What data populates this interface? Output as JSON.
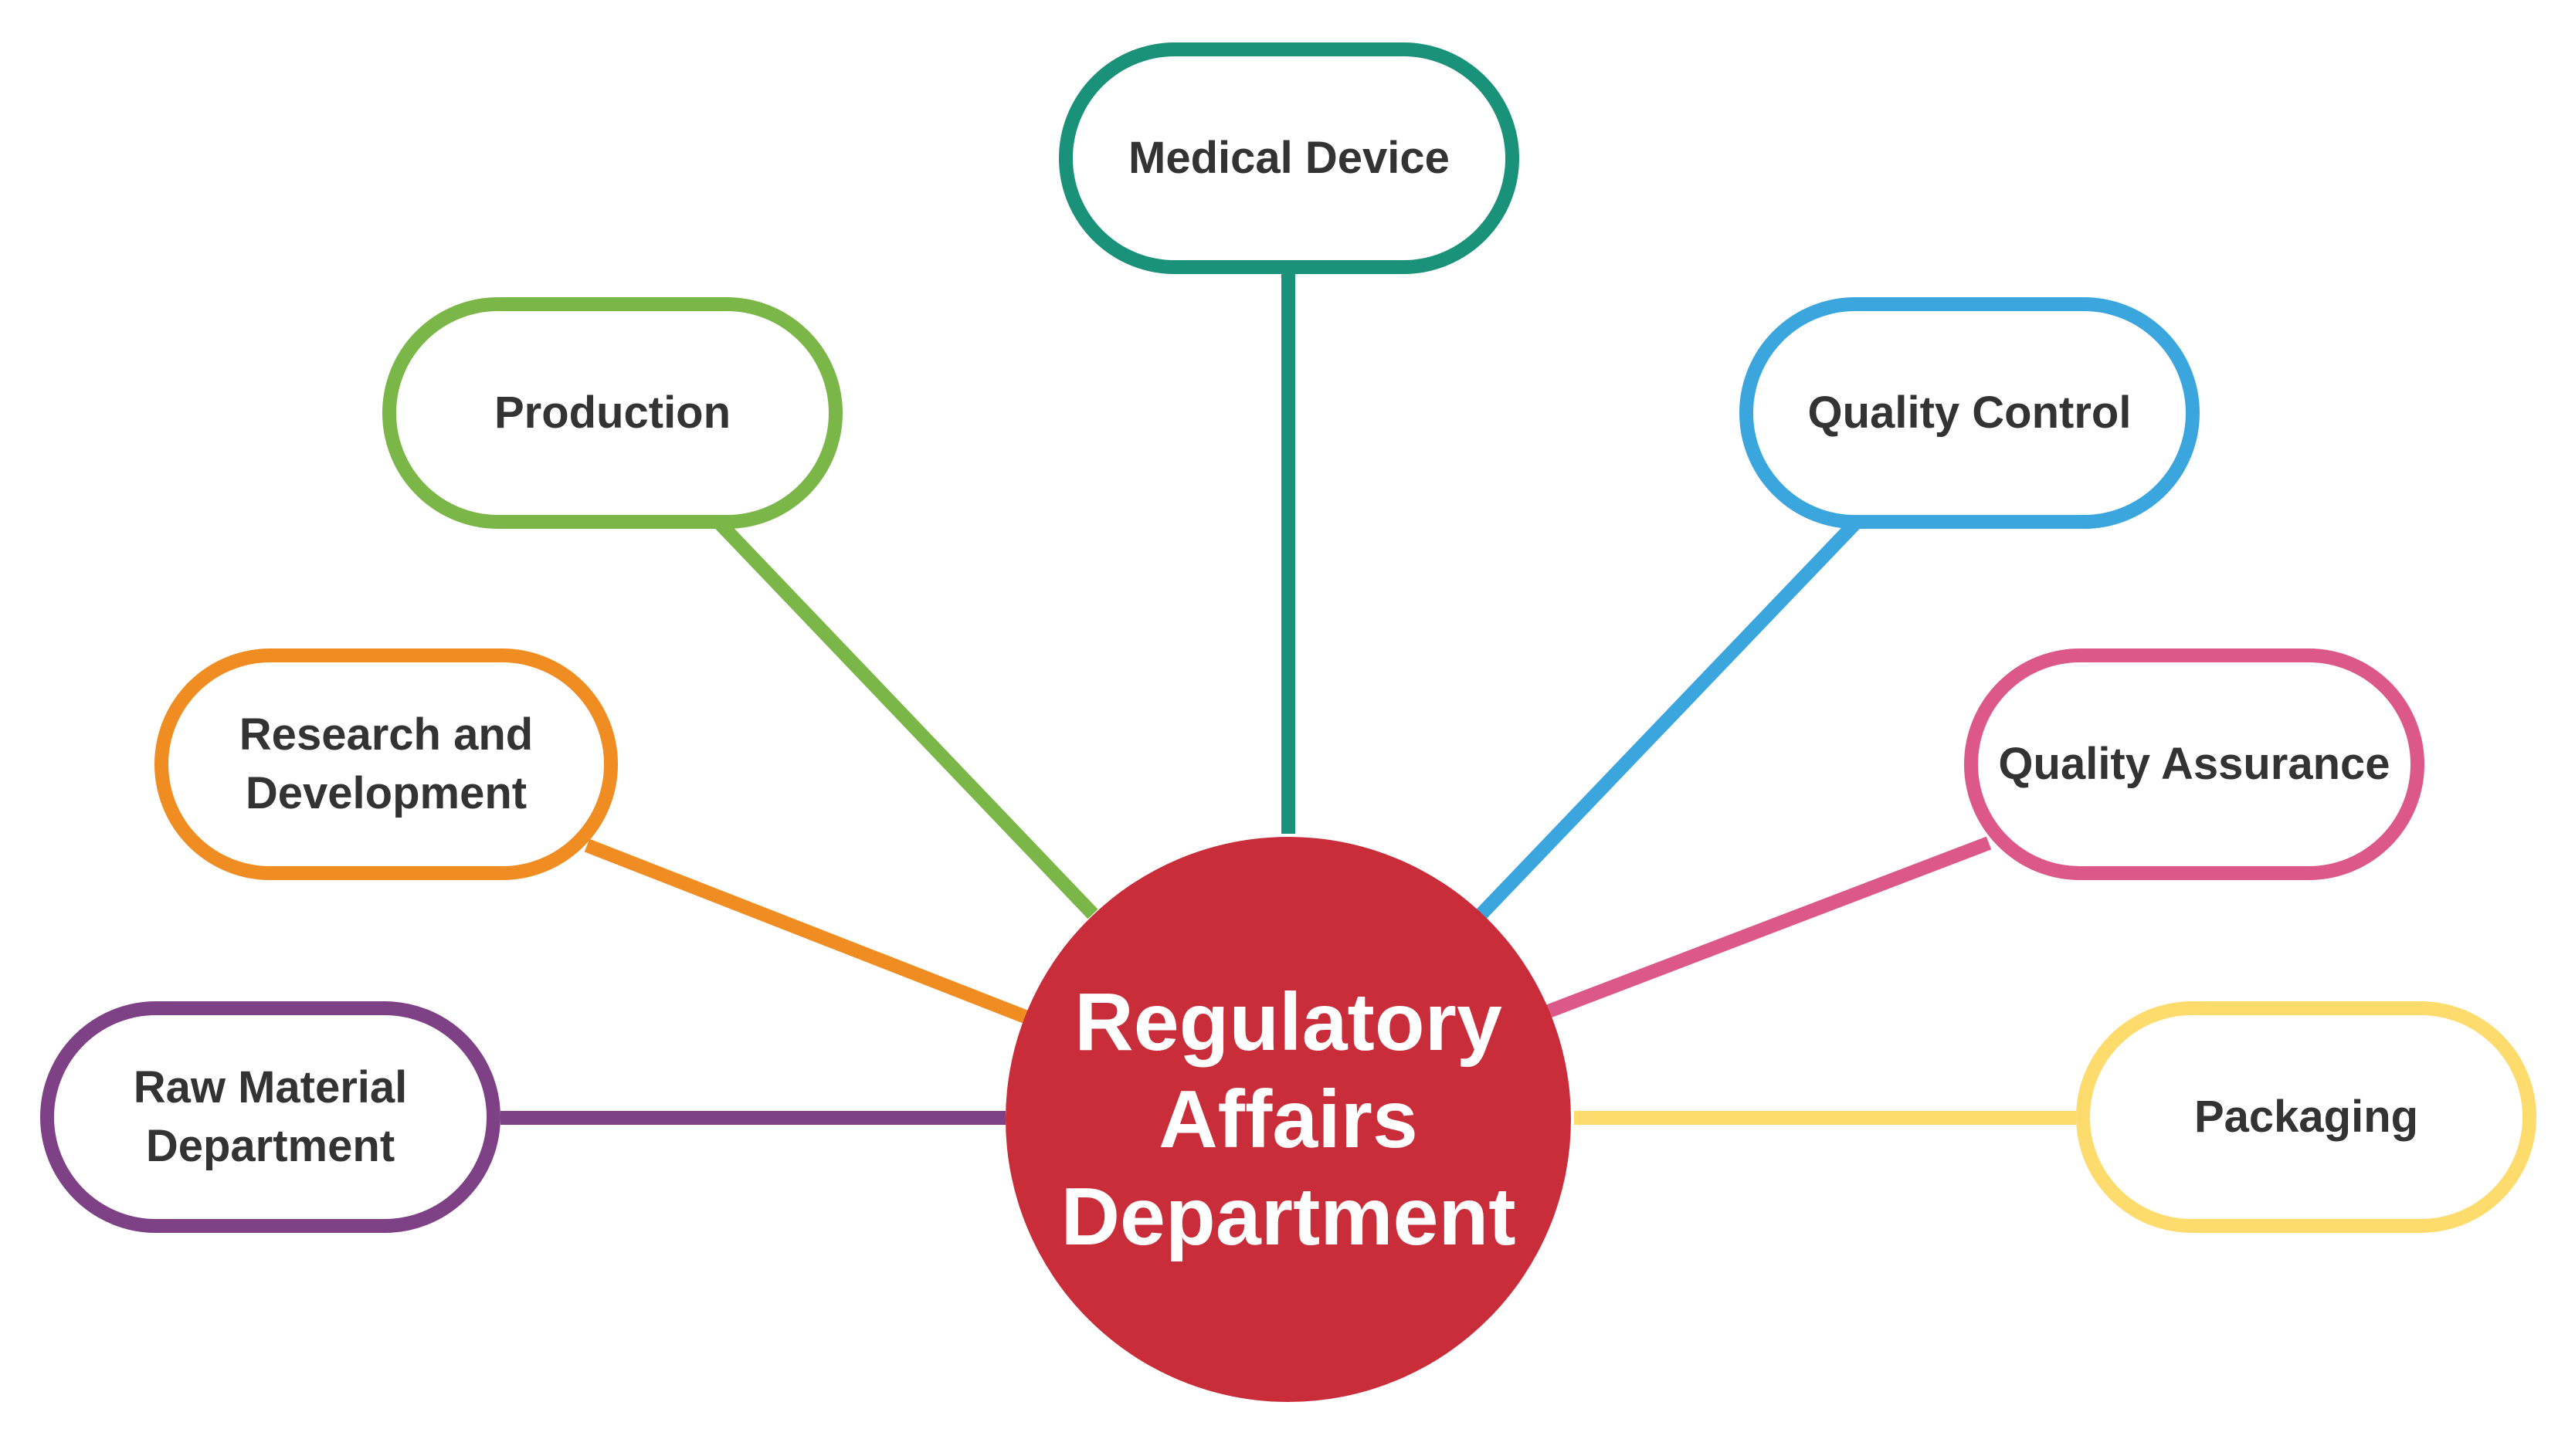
{
  "hub": {
    "label": "Regulatory\nAffairs\nDepartment",
    "color": "#c92d39"
  },
  "nodes": [
    {
      "id": "medical-device",
      "label": "Medical Device",
      "color": "#1a9179"
    },
    {
      "id": "production",
      "label": "Production",
      "color": "#7ab648"
    },
    {
      "id": "quality-control",
      "label": "Quality Control",
      "color": "#3aa6dd"
    },
    {
      "id": "research",
      "label": "Research and Development",
      "color": "#ef8d22"
    },
    {
      "id": "quality-assurance",
      "label": "Quality Assurance",
      "color": "#db5888"
    },
    {
      "id": "raw-material",
      "label": "Raw Material Department",
      "color": "#7f4186"
    },
    {
      "id": "packaging",
      "label": "Packaging",
      "color": "#fddb6d"
    }
  ],
  "edges": [
    {
      "from": "hub",
      "to": "medical-device"
    },
    {
      "from": "hub",
      "to": "production"
    },
    {
      "from": "hub",
      "to": "quality-control"
    },
    {
      "from": "hub",
      "to": "research"
    },
    {
      "from": "hub",
      "to": "quality-assurance"
    },
    {
      "from": "hub",
      "to": "raw-material"
    },
    {
      "from": "hub",
      "to": "packaging"
    }
  ]
}
